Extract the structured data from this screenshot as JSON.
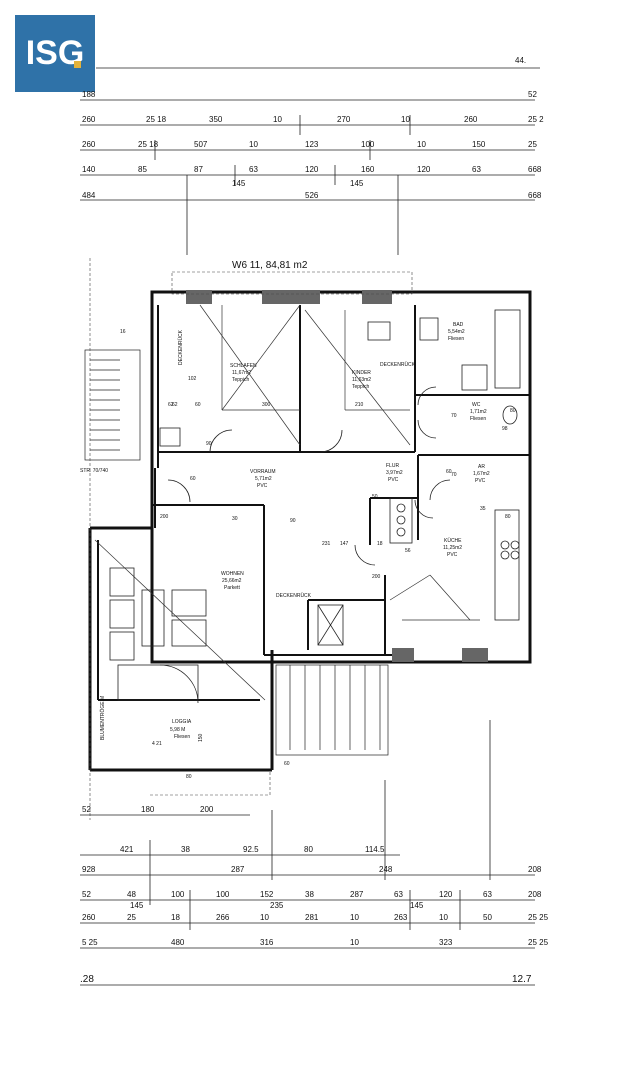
{
  "brand": {
    "logo_text": "ISG",
    "accent": "#2f72a8",
    "dot": "#e2b23c"
  },
  "apartment": {
    "title": "W6 11, 84,81 m2"
  },
  "rooms": [
    {
      "key": "schlafen",
      "name": "SCHLAFEN",
      "area": "11,67m2",
      "floor": "Teppich"
    },
    {
      "key": "kinder",
      "name": "KINDER",
      "area": "11,63m2",
      "floor": "Teppich"
    },
    {
      "key": "bad",
      "name": "BAD",
      "area": "5,54m2",
      "floor": "Fliesen"
    },
    {
      "key": "wc",
      "name": "WC",
      "area": "1,71m2",
      "floor": "Fliesen"
    },
    {
      "key": "ar",
      "name": "AR",
      "area": "1,67m2",
      "floor": "PVC"
    },
    {
      "key": "vorraum",
      "name": "VORRAUM",
      "area": "5,71m2",
      "floor": "PVC"
    },
    {
      "key": "flur",
      "name": "FLUR",
      "area": "3,97m2",
      "floor": "PVC"
    },
    {
      "key": "kueche",
      "name": "KÜCHE",
      "area": "11,25m2",
      "floor": "PVC"
    },
    {
      "key": "wohnen",
      "name": "WOHNEN",
      "area": "25,66m2",
      "floor": "Parkett"
    },
    {
      "key": "loggia",
      "name": "LOGGIA",
      "area": "5,98 M",
      "floor": "Fliesen"
    }
  ],
  "labels": {
    "deckenruck1": "DECKENRÜCK",
    "deckenruck2": "DECKENRÜCK",
    "deckenruck3": "DECKENRÜCK",
    "nachbar": "STR. 70/740",
    "blumentroege": "BLUMENTRÖGE M",
    "loggia_width": "4 21",
    "loggia_depth": "150",
    "partial_top": "44.",
    "partial_bottom_left": ".28",
    "partial_bottom_right": "12.7"
  },
  "top_dims": [
    {
      "row": "r1",
      "items": [
        "188",
        "52"
      ]
    },
    {
      "row": "r2",
      "items": [
        "260",
        "25 18",
        "350",
        "10",
        "270",
        "10",
        "260",
        "25 2"
      ]
    },
    {
      "row": "r3",
      "items": [
        "260",
        "25 18",
        "507",
        "10",
        "123",
        "100",
        "10",
        "150",
        "25"
      ]
    },
    {
      "row": "r4",
      "items": [
        "140",
        "85",
        "87",
        "63",
        "120",
        "160",
        "120",
        "63",
        "668"
      ]
    },
    {
      "row": "r5",
      "items": [
        "145",
        "145"
      ]
    },
    {
      "row": "r6",
      "items": [
        "484",
        "526",
        "668"
      ]
    }
  ],
  "bottom_dims": [
    {
      "row": "b1",
      "items": [
        "52",
        "180",
        "200"
      ]
    },
    {
      "row": "b2",
      "items": [
        "421",
        "38",
        "92.5",
        "80",
        "114.5"
      ]
    },
    {
      "row": "b3",
      "items": [
        "928",
        "287",
        "248",
        "208"
      ]
    },
    {
      "row": "b4",
      "items": [
        "52",
        "48",
        "100",
        "100",
        "152",
        "38",
        "287",
        "63",
        "120",
        "63",
        "208"
      ]
    },
    {
      "row": "b5",
      "items": [
        "145",
        "235",
        "145"
      ]
    },
    {
      "row": "b6",
      "items": [
        "260",
        "25",
        "18",
        "266",
        "10",
        "281",
        "10",
        "263",
        "10",
        "50",
        "25 25"
      ]
    },
    {
      "row": "b7",
      "items": [
        "5 25",
        "480",
        "316",
        "10",
        "323",
        "25 25"
      ]
    }
  ],
  "inner_dims": [
    "300",
    "210",
    "62",
    "60",
    "102",
    "90",
    "50",
    "70",
    "70",
    "200",
    "231",
    "147",
    "18",
    "56",
    "200",
    "90",
    "80",
    "60",
    "60",
    "60",
    "98",
    "80",
    "35",
    "80",
    "30",
    "16",
    "62"
  ]
}
